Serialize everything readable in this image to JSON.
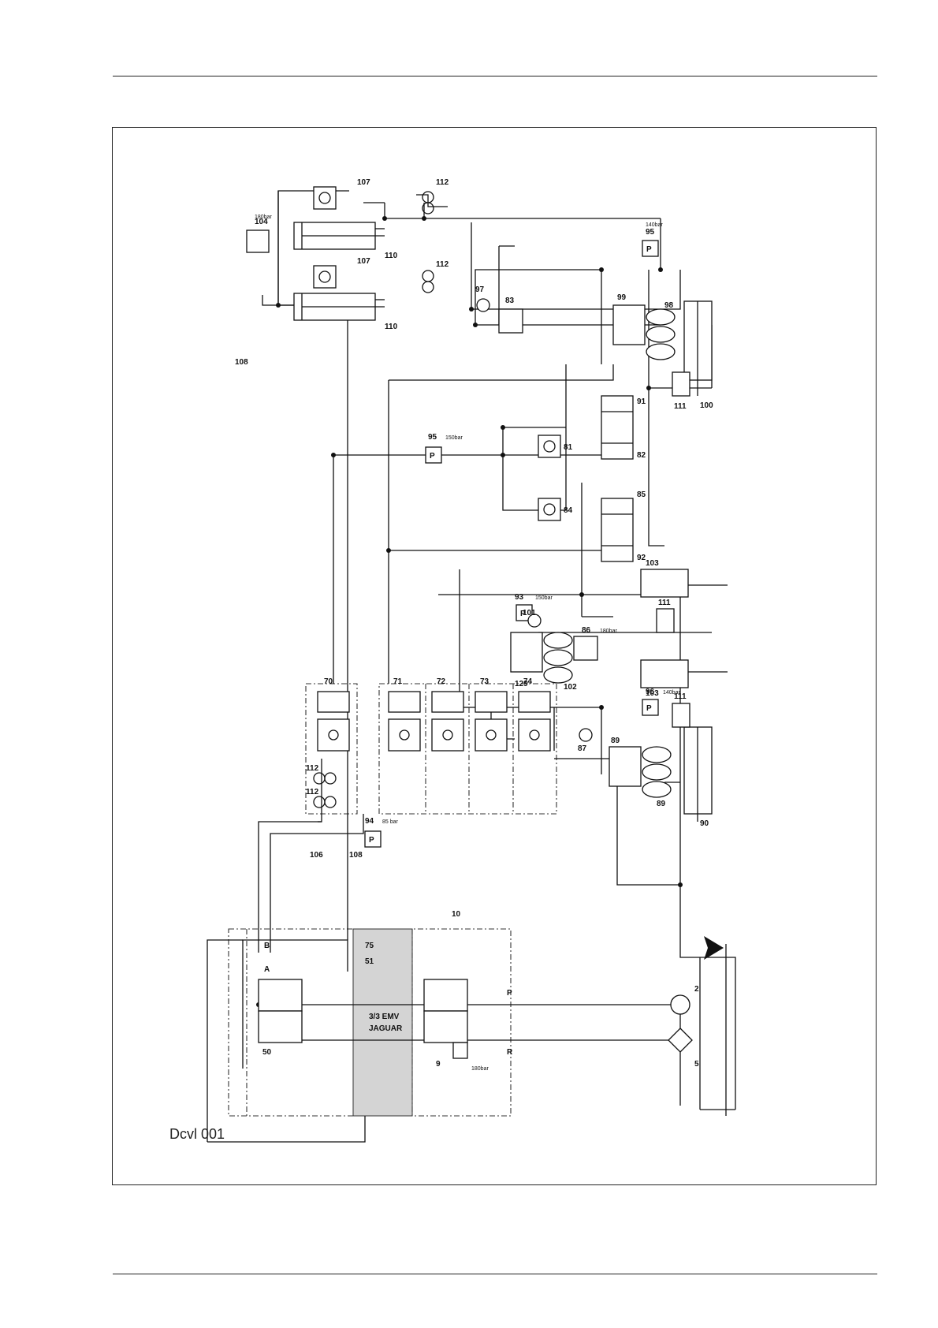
{
  "figure": {
    "caption": "Dcvl 001"
  },
  "components": {
    "c2": "2",
    "c5": "5",
    "c9": "9",
    "c10": "10",
    "c50": "50",
    "c51": "51",
    "c70": "70",
    "c71": "71",
    "c72": "72",
    "c73": "73",
    "c74": "74",
    "c75": "75",
    "c81": "81",
    "c82": "82",
    "c83": "83",
    "c84": "84",
    "c85": "85",
    "c86": "86",
    "c87": "87",
    "c89": "89",
    "c89b": "89",
    "c90": "90",
    "c91": "91",
    "c92": "92",
    "c93": "93",
    "c94": "94",
    "c95": "95",
    "c96a": "96",
    "c96b": "96",
    "c97": "97",
    "c98": "98",
    "c99": "99",
    "c100": "100",
    "c101": "101",
    "c102": "102",
    "c103a": "103",
    "c103b": "103",
    "c104": "104",
    "c106": "106",
    "c108a": "108",
    "c108b": "108",
    "c107a": "107",
    "c107b": "107",
    "c110a": "110",
    "c110b": "110",
    "c111a": "111",
    "c111b": "111",
    "c111c": "111",
    "c112a": "112",
    "c112b": "112",
    "c112c": "112",
    "c112d": "112",
    "c129": "129"
  },
  "ratings": {
    "r104": "180bar",
    "r95": "150bar",
    "r95b": "140bar",
    "r93": "150bar",
    "r86": "180bar",
    "r96": "140bar",
    "r94": "85 bar",
    "r_main": "180bar"
  },
  "ports": {
    "A": "A",
    "B": "B",
    "P": "P",
    "R": "R"
  },
  "module": {
    "line1": "3/3 EMV",
    "line2": "JAGUAR"
  },
  "pressure_gauge": "P"
}
